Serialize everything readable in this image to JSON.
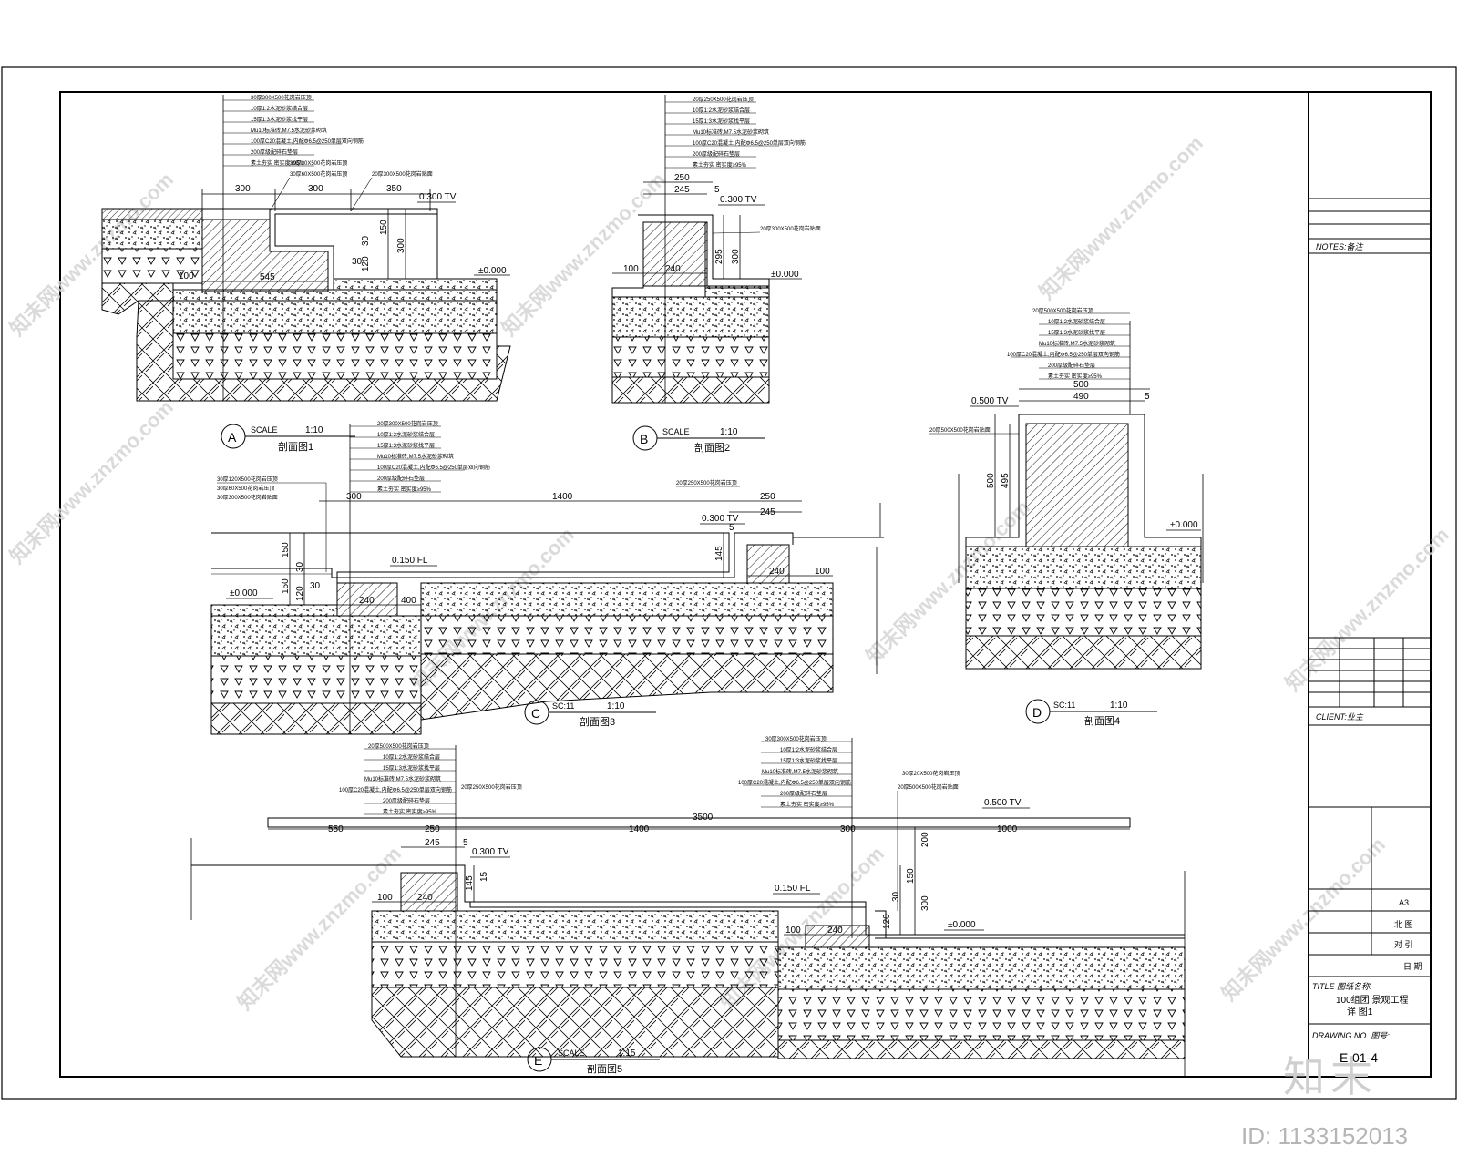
{
  "watermarks": [
    "知末网www.znzmo.com"
  ],
  "brand_mark": "知末",
  "image_id": "ID: 1133152013",
  "title_block": {
    "notes": "NOTES:备注",
    "client": "CLIENT:业主",
    "sheet_size": "A3",
    "row_1": "北 图",
    "row_2": "对 引",
    "row_3": "日 期",
    "title": "TITLE 图纸名称:",
    "project": "100组团 景观工程",
    "subtitle": "详 图1",
    "drawing_no_label": "DRAWING NO. 图号:",
    "drawing_no": "E-01-4"
  },
  "sections": {
    "A": {
      "letter": "A",
      "scale": "SCALE",
      "ratio": "1:10",
      "name": "剖面图1",
      "layers": [
        "30厚300X500花岗岩压顶",
        "10厚1:2水泥砂浆结合层",
        "15厚1:3水泥砂浆找平层",
        "Mu10标准砖,M7.5水泥砂浆砌筑",
        "100厚C20混凝土,内配Φ6.5@250单层双向钢筋",
        "200厚级配碎石垫层",
        "素土夯实 密实度≥95%"
      ],
      "side_labels": [
        "30厚20X500花岗岩压顶",
        "30厚60X500花岗岩压顶",
        "20厚300X500花岗岩贴面"
      ],
      "dims": [
        "300",
        "300",
        "350",
        "150",
        "300",
        "30",
        "120",
        "30",
        "545",
        "100",
        "0.300 TV",
        "±0.000"
      ]
    },
    "B": {
      "letter": "B",
      "scale": "SCALE",
      "ratio": "1:10",
      "name": "剖面图2",
      "layers": [
        "20厚250X500花岗岩压顶",
        "10厚1:2水泥砂浆结合层",
        "15厚1:3水泥砂浆找平层",
        "Mu10标准砖,M7.5水泥砂浆砌筑",
        "100厚C20混凝土,内配Φ6.5@250单层双向钢筋",
        "200厚级配碎石垫层",
        "素土夯实 密实度≥95%"
      ],
      "side_labels": [
        "20厚300X500花岗岩贴面"
      ],
      "dims": [
        "250",
        "245",
        "5",
        "295",
        "300",
        "100",
        "240",
        "0.300 TV",
        "±0.000"
      ]
    },
    "C": {
      "letter": "C",
      "scale": "SC:11",
      "ratio": "1:10",
      "name": "剖面图3",
      "layers": [
        "20厚300X500花岗岩压顶",
        "10厚1:2水泥砂浆结合层",
        "15厚1:3水泥砂浆找平层",
        "Mu10标准砖,M7.5水泥砂浆砌筑",
        "100厚C20混凝土,内配Φ6.5@250单层双向钢筋",
        "200厚级配碎石垫层",
        "素土夯实 密实度≥95%"
      ],
      "side_labels": [
        "30厚120X500花岗岩压顶",
        "30厚60X500花岗岩压顶",
        "30厚300X500花岗岩贴面",
        "20厚250X500花岗岩压顶"
      ],
      "dims": [
        "300",
        "1400",
        "250",
        "245",
        "150",
        "30",
        "150",
        "120",
        "30",
        "145",
        "5",
        "240",
        "100",
        "240",
        "400",
        "0.150 FL",
        "0.300 TV",
        "±0.000"
      ]
    },
    "D": {
      "letter": "D",
      "scale": "SC:11",
      "ratio": "1:10",
      "name": "剖面图4",
      "layers": [
        "20厚500X500花岗岩压顶",
        "10厚1:2水泥砂浆结合层",
        "15厚1:3水泥砂浆找平层",
        "Mu10标准砖,M7.5水泥砂浆砌筑",
        "100厚C20混凝土,内配Φ6.5@250单层双向钢筋",
        "200厚级配碎石垫层",
        "素土夯实 密实度≥95%"
      ],
      "side_labels": [
        "20厚500X500花岗岩贴面"
      ],
      "dims": [
        "500",
        "490",
        "5",
        "500",
        "495",
        "0.500 TV",
        "±0.000"
      ]
    },
    "E": {
      "letter": "E",
      "scale": "SCALE",
      "ratio": "1:15",
      "name": "剖面图5",
      "layers_left": [
        "20厚500X500花岗岩压顶",
        "10厚1:2水泥砂浆结合层",
        "15厚1:3水泥砂浆找平层",
        "Mu10标准砖,M7.5水泥砂浆砌筑",
        "100厚C20混凝土,内配Φ6.5@250单层双向钢筋",
        "200厚级配碎石垫层",
        "素土夯实 密实度≥95%"
      ],
      "layers_right": [
        "30厚300X500花岗岩压顶",
        "10厚1:2水泥砂浆结合层",
        "15厚1:3水泥砂浆找平层",
        "Mu10标准砖,M7.5水泥砂浆砌筑",
        "100厚C20混凝土,内配Φ6.5@250单层双向钢筋",
        "200厚级配碎石垫层",
        "素土夯实 密实度≥95%"
      ],
      "side_labels": [
        "20厚250X500花岗岩压顶",
        "30厚20X500花岗岩压顶",
        "20厚500X500花岗岩贴面"
      ],
      "dims": [
        "550",
        "250",
        "1400",
        "3500",
        "300",
        "1000",
        "245",
        "5",
        "145",
        "15",
        "100",
        "240",
        "100",
        "240",
        "200",
        "150",
        "30",
        "300",
        "120",
        "0.300 TV",
        "0.150 FL",
        "0.500 TV",
        "±0.000"
      ]
    }
  }
}
